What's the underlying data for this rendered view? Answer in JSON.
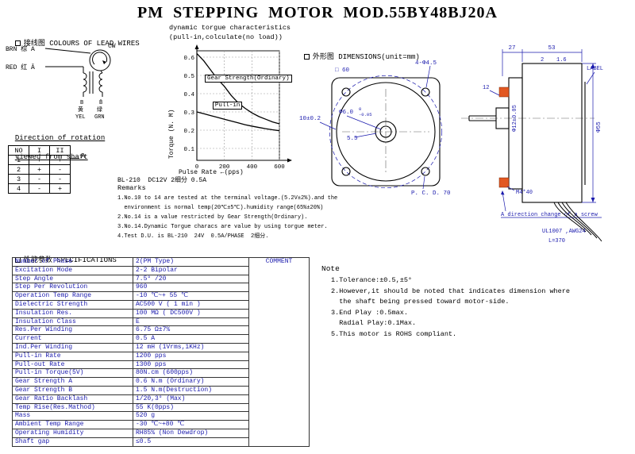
{
  "title": "PM  STEPPING  MOTOR  MOD.55BY48BJ20A",
  "lead_wires": {
    "heading": "接线图 COLOURS OF LEAD WIRES",
    "wire_top": "BRN 棕 A",
    "wire_bottom": "RED 红 Ā",
    "cw_label": "CW",
    "lead_left": [
      "B",
      "黄",
      "YEL"
    ],
    "lead_right": [
      "B̄",
      "绿",
      "GRN"
    ]
  },
  "rotation": {
    "heading_line1": "Direction of rotation",
    "heading_line2": "viewed from shaft",
    "headers": [
      "NO",
      "I",
      "II"
    ],
    "rows": [
      [
        "1",
        "+",
        "+"
      ],
      [
        "2",
        "+",
        "-"
      ],
      [
        "3",
        "-",
        "-"
      ],
      [
        "4",
        "-",
        "+"
      ]
    ],
    "phase_label": "A"
  },
  "chart_data": {
    "type": "line",
    "title": "dynamic torgue characteristics",
    "subtitle": "(pull-in,colculate(no load))",
    "ylabel": "Torque    (N. M)",
    "xlabel": "Pulse Rate ←(pps)",
    "xlim": [
      0,
      600
    ],
    "ylim": [
      0,
      0.65
    ],
    "x_ticks": [
      0,
      200,
      400,
      600
    ],
    "y_ticks": [
      0.1,
      0.2,
      0.3,
      0.4,
      0.5,
      0.6
    ],
    "grid": true,
    "series": [
      {
        "name": "Gear Strength(Ordinary)",
        "x": [
          0,
          50,
          100,
          150,
          200,
          250,
          300,
          350,
          400,
          450,
          500,
          550,
          600
        ],
        "y": [
          0.62,
          0.58,
          0.53,
          0.48,
          0.44,
          0.39,
          0.35,
          0.32,
          0.295,
          0.275,
          0.26,
          0.245,
          0.235
        ]
      },
      {
        "name": "Pull-in",
        "x": [
          0,
          50,
          100,
          150,
          200,
          250,
          300,
          350,
          400,
          450,
          500,
          550,
          600
        ],
        "y": [
          0.3,
          0.29,
          0.28,
          0.27,
          0.26,
          0.25,
          0.24,
          0.23,
          0.222,
          0.215,
          0.208,
          0.202,
          0.197
        ]
      }
    ],
    "annotations": [
      {
        "text": "Gear Strength(Ordinary)",
        "x": 58,
        "y": 0.48
      },
      {
        "text": "Pull-in",
        "x": 115,
        "y": 0.33
      }
    ],
    "footnote": "BL-210  DC12V 2细分 0.5A"
  },
  "remarks": {
    "heading": "Remarks",
    "lines": [
      "1.No.10 to 14 are tested at the terminal voltage.(5.2V±2%).and the",
      "  environment is normal temp(20℃±5℃).humidity range(65%±20%)",
      "2.No.14 is a value restricted by Gear Strength(Ordinary).",
      "3.No.14.Dynamic Torgue characs are value by using torgue meter.",
      "4.Test D.U. is BL-210  24V  0.5A/PHASE  2细分."
    ]
  },
  "dimensions": {
    "heading": "外形图 DIMENSIONS(unit=mm)",
    "front": {
      "square": "□ 60",
      "holes": "4-Φ4.5",
      "dim_10": "10±0.2",
      "shaft_dia": "Φ6.0",
      "shaft_tol_top": "0",
      "shaft_tol_bottom": "-0.05",
      "dim_55": "5.5",
      "pcd": "P. C. D. 70"
    },
    "side": {
      "dim_27": "27",
      "dim_53": "53",
      "dim_2": "2",
      "dim_16": "1.6",
      "dim_12": "12",
      "label": "LABEL",
      "body_dia": "Φ55",
      "boss_dia": "Φ12±0.05",
      "screw": "M4*40",
      "screw_note": "A direction change of a screw",
      "wire_spec": "UL1007 ,AWG24",
      "wire_len": "L=370"
    }
  },
  "specs": {
    "heading": "性能参数 SPECIFICATIONS",
    "comment_header": "COMMENT",
    "rows": [
      [
        "Number of Phase",
        "2(PM Type)"
      ],
      [
        "Excitation Mode",
        "2-2 Bipolar"
      ],
      [
        "Step Angle",
        "7.5° /20"
      ],
      [
        "Step Per Revolution",
        "960"
      ],
      [
        "Operation Temp Range",
        "-10 ℃~+ 55 ℃"
      ],
      [
        "Dielectric Strength",
        "AC500 V ( 1 min )"
      ],
      [
        "Insulation Res.",
        "100 MΩ ( DC500V )"
      ],
      [
        "Insulation Class",
        "E"
      ],
      [
        "Res.Per Winding",
        "6.75 Ω±7%"
      ],
      [
        "Current",
        "0.5 A"
      ],
      [
        "Ind.Per Winding",
        "12 mH (1Vrms,1KHz)"
      ],
      [
        "Pull-in Rate",
        "1200 pps"
      ],
      [
        "Pull-out Rate",
        "1300 pps"
      ],
      [
        "Pull-in Torque(5V)",
        "80N.cm (600pps)"
      ],
      [
        "Gear Strength A",
        "0.6 N.m (Ordinary)"
      ],
      [
        "Gear Strength B",
        "1.5 N.m(Destruction)"
      ],
      [
        "Gear Ratio Backlash",
        "1/20,3° (Max)"
      ],
      [
        "Temp Rise(Res.Mathod)",
        "55 K(0pps)"
      ],
      [
        "Mass",
        "520 g"
      ],
      [
        "Ambient Temp Range",
        "-30 ℃~+80 ℃"
      ],
      [
        "Operating Humidity",
        "RH85% (Non Dewdrop)"
      ],
      [
        "Shaft gap",
        "≤0.5"
      ]
    ]
  },
  "note": {
    "heading": "Note",
    "lines": [
      "1.Tolerance:±0.5,±5°",
      "2.However,it should be noted that indicates dimension where",
      "  the shaft being pressed toward motor-side.",
      "3.End Play :0.5max.",
      "  Radial Play:0.1Max.",
      "5.This motor is ROHS compliant."
    ]
  }
}
